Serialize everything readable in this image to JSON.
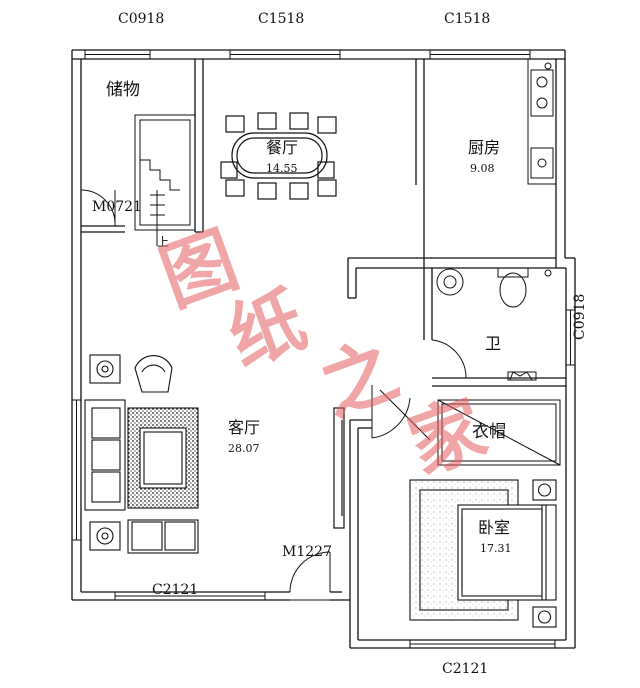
{
  "windows": {
    "top_left": "C0918",
    "top_middle": "C1518",
    "top_right": "C1518",
    "right_side": "C0918",
    "bottom_left": "C2121",
    "bottom_right": "C2121"
  },
  "doors": {
    "storage_door": "M0721",
    "entry_door": "M1227"
  },
  "rooms": {
    "storage": {
      "name": "储物"
    },
    "dining": {
      "name": "餐厅",
      "area": "14.55"
    },
    "kitchen": {
      "name": "厨房",
      "area": "9.08"
    },
    "bathroom": {
      "name": "卫"
    },
    "living": {
      "name": "客厅",
      "area": "28.07"
    },
    "closet": {
      "name": "衣帽"
    },
    "bedroom": {
      "name": "卧室",
      "area": "17.31"
    }
  },
  "stair_label": "上",
  "watermark": [
    "图",
    "纸",
    "之",
    "家"
  ]
}
